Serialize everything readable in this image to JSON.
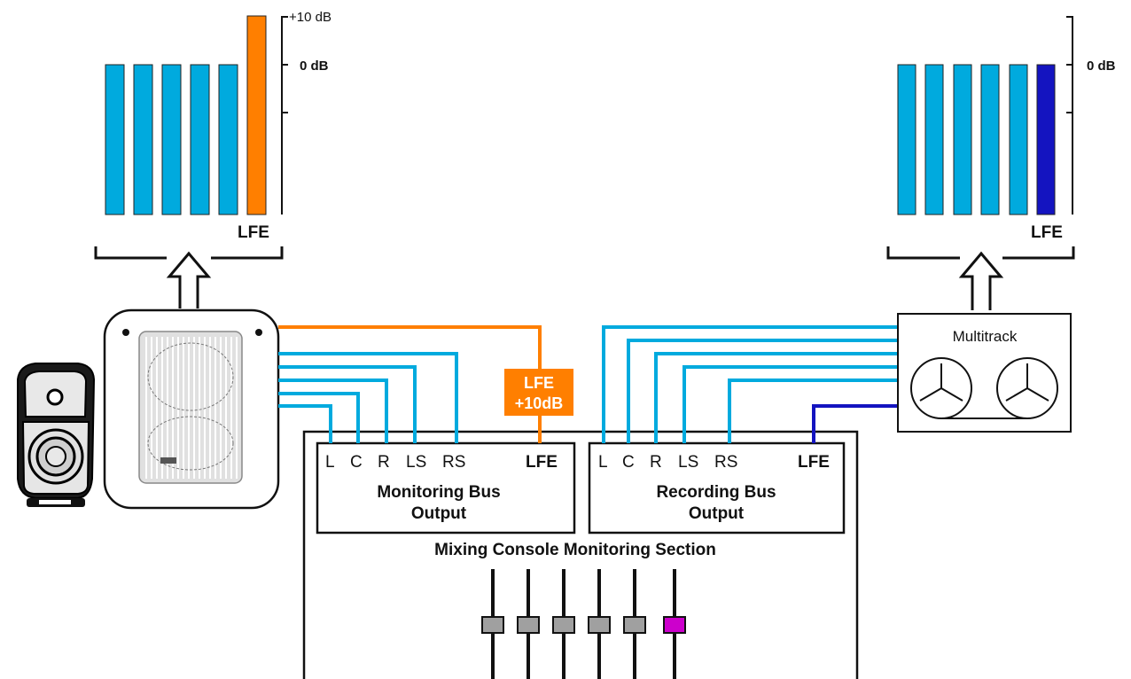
{
  "colors": {
    "blue": "#00aade",
    "orange": "#ff7f00",
    "dark_blue": "#1414c0",
    "fader_knob": "#a0a0a0",
    "lfe_knob": "#cc00cc"
  },
  "left_meter": {
    "scale_top": "+10 dB",
    "scale_mid": "0 dB",
    "lfe_label": "LFE"
  },
  "right_meter": {
    "scale_mid": "0 dB",
    "lfe_label": "LFE"
  },
  "lfe_gain_badge": {
    "line1": "LFE",
    "line2": "+10dB"
  },
  "multitrack": {
    "title": "Multitrack"
  },
  "monitoring_bus": {
    "channels": [
      "L",
      "C",
      "R",
      "LS",
      "RS"
    ],
    "lfe": "LFE",
    "title_line1": "Monitoring Bus",
    "title_line2": "Output"
  },
  "recording_bus": {
    "channels": [
      "L",
      "C",
      "R",
      "LS",
      "RS"
    ],
    "lfe": "LFE",
    "title_line1": "Recording Bus",
    "title_line2": "Output"
  },
  "console": {
    "title": "Mixing Console Monitoring Section"
  },
  "icons": {
    "speaker": "studio-monitor-speaker-icon",
    "subwoofer": "subwoofer-icon",
    "reels": "tape-reel-icon"
  }
}
